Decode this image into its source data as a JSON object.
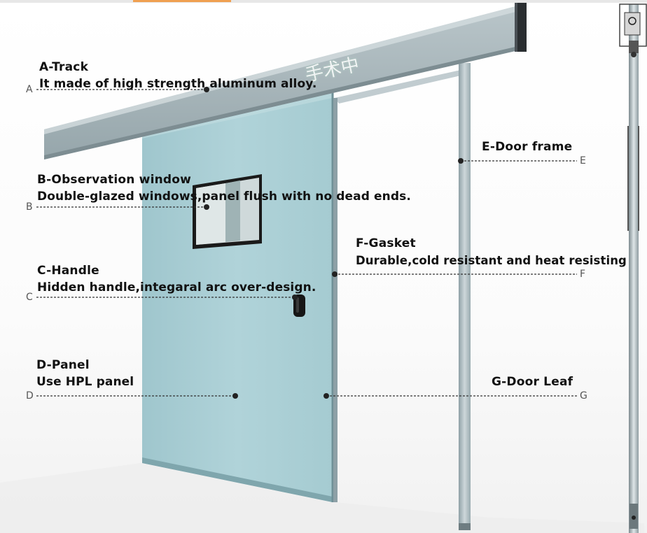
{
  "diagram": {
    "track_sign": "手术中",
    "callouts": {
      "a": {
        "letter": "A",
        "title": "A-Track",
        "description": "It made of high strength aluminum alloy."
      },
      "b": {
        "letter": "B",
        "title": "B-Observation window",
        "description": "Double-glazed windows,panel flush with no dead ends."
      },
      "c": {
        "letter": "C",
        "title": "C-Handle",
        "description": "Hidden handle,integaral arc over-design."
      },
      "d": {
        "letter": "D",
        "title": "D-Panel",
        "description": "Use HPL panel"
      },
      "e": {
        "letter": "E",
        "title": "E-Door frame"
      },
      "f": {
        "letter": "F",
        "title": "F-Gasket",
        "description": "Durable,cold resistant and heat resisting"
      },
      "g": {
        "letter": "G",
        "title": "G-Door Leaf"
      }
    },
    "colors": {
      "panel": "#a9cdd3",
      "track": "#a5b3b8",
      "frame": "#b6c3c8",
      "leader": "#333333"
    }
  }
}
